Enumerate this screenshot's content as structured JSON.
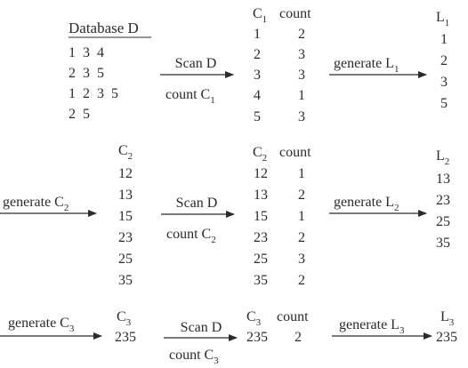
{
  "database": {
    "title": "Database D",
    "rows": [
      "1  3  4",
      "2  3  5",
      "1  2  3  5",
      "2  5"
    ]
  },
  "arrows": [
    {
      "top": "Scan D",
      "bottom_main": "count C",
      "bottom_sub": "1"
    },
    {
      "top_main": "generate L",
      "top_sub": "1"
    },
    {
      "top_main": "generate C",
      "top_sub": "2"
    },
    {
      "top": "Scan D",
      "bottom_main": "count C",
      "bottom_sub": "2"
    },
    {
      "top_main": "generate L",
      "top_sub": "2"
    },
    {
      "top_main": "generate C",
      "top_sub": "3"
    },
    {
      "top": "Scan D",
      "bottom_main": "count C",
      "bottom_sub": "3"
    },
    {
      "top_main": "generate L",
      "top_sub": "3"
    }
  ],
  "c1": {
    "header_main": "C",
    "header_sub": "1",
    "count_label": "count",
    "items": [
      "1",
      "2",
      "3",
      "4",
      "5"
    ],
    "counts": [
      "2",
      "3",
      "3",
      "1",
      "3"
    ]
  },
  "l1": {
    "header_main": "L",
    "header_sub": "1",
    "items": [
      "1",
      "2",
      "3",
      "5"
    ]
  },
  "c2_candidates": {
    "header_main": "C",
    "header_sub": "2",
    "items": [
      "12",
      "13",
      "15",
      "23",
      "25",
      "35"
    ]
  },
  "c2": {
    "header_main": "C",
    "header_sub": "2",
    "count_label": "count",
    "items": [
      "12",
      "13",
      "15",
      "23",
      "25",
      "35"
    ],
    "counts": [
      "1",
      "2",
      "1",
      "2",
      "3",
      "2"
    ]
  },
  "l2": {
    "header_main": "L",
    "header_sub": "2",
    "items": [
      "13",
      "23",
      "25",
      "35"
    ]
  },
  "c3_candidates": {
    "header_main": "C",
    "header_sub": "3",
    "items": [
      "235"
    ]
  },
  "c3": {
    "header_main": "C",
    "header_sub": "3",
    "count_label": "count",
    "items": [
      "235"
    ],
    "counts": [
      "2"
    ]
  },
  "l3": {
    "header_main": "L",
    "header_sub": "3",
    "items": [
      "235"
    ]
  }
}
